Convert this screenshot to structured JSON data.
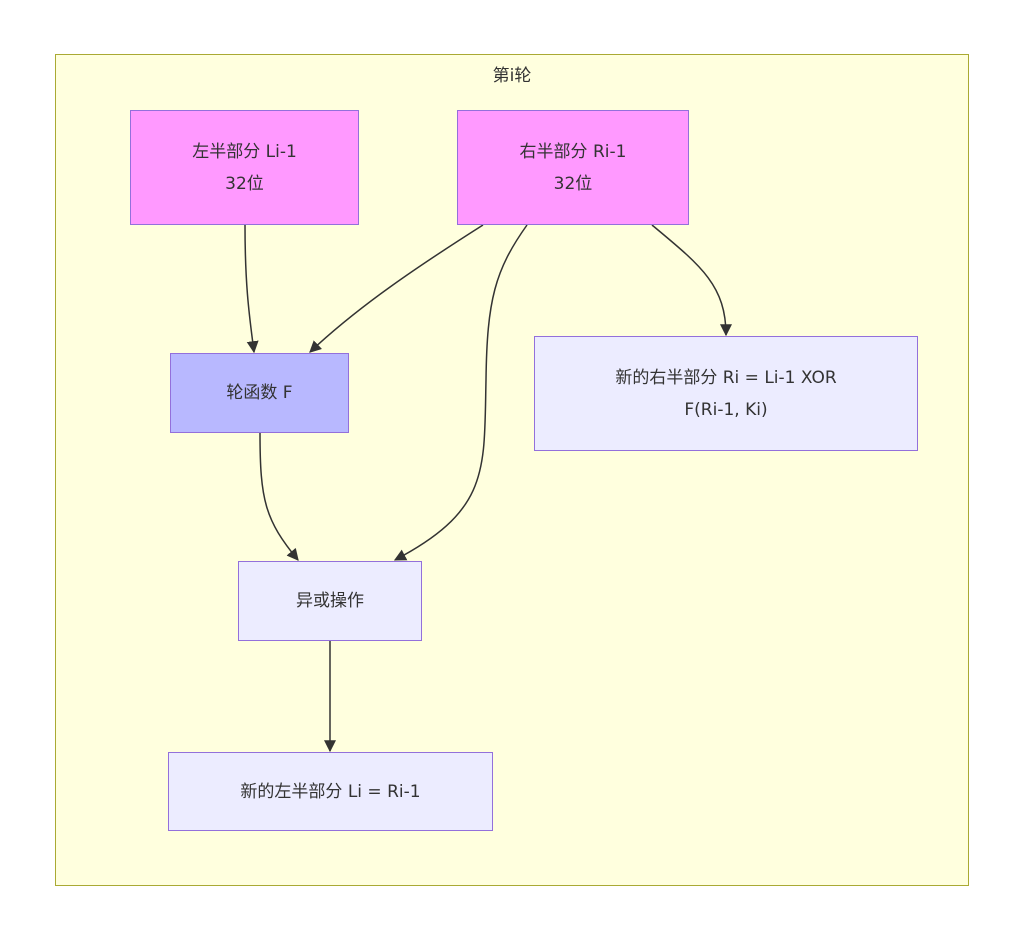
{
  "cluster": {
    "title": "第i轮"
  },
  "nodes": {
    "left_half": {
      "line1": "左半部分 Li-1",
      "line2": "32位"
    },
    "right_half": {
      "line1": "右半部分 Ri-1",
      "line2": "32位"
    },
    "round_function": {
      "label": "轮函数 F"
    },
    "xor_op": {
      "label": "异或操作"
    },
    "new_left": {
      "label": "新的左半部分 Li = Ri-1"
    },
    "new_right": {
      "line1": "新的右半部分 Ri = Li-1 XOR",
      "line2": "F(Ri-1, Ki)"
    }
  },
  "colors": {
    "input_fill": "#ff99ff",
    "function_fill": "#b8b8ff",
    "default_fill": "#ececff",
    "stroke": "#9370db",
    "cluster_fill": "#ffffde",
    "cluster_stroke": "#aaaa33"
  }
}
